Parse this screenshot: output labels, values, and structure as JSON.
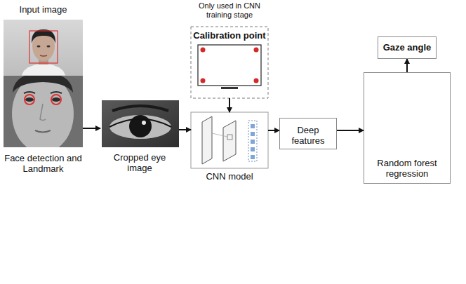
{
  "diagram": {
    "nodes": [
      {
        "text": [
          "Input image"
        ]
      },
      {
        "text": [
          "Face detection and Landmark"
        ]
      },
      {
        "text": [
          "Cropped eye image"
        ]
      },
      {
        "text": [
          "Only used in CNN training stage",
          "Calibration point"
        ]
      },
      {
        "text": [
          "CNN model"
        ]
      },
      {
        "text": [
          "Deep features"
        ]
      },
      {
        "text": [
          "Random forest regression"
        ]
      },
      {
        "text": [
          "Gaze angle"
        ]
      }
    ],
    "edges": [
      {
        "from": 1,
        "to": 2,
        "arrow": "to"
      },
      {
        "from": 2,
        "to": 4,
        "arrow": "to"
      },
      {
        "from": 3,
        "to": 4,
        "arrow": "to"
      },
      {
        "from": 4,
        "to": 5,
        "arrow": "to"
      },
      {
        "from": 5,
        "to": 6,
        "arrow": "to"
      },
      {
        "from": 6,
        "to": 7,
        "arrow": "to"
      }
    ]
  }
}
